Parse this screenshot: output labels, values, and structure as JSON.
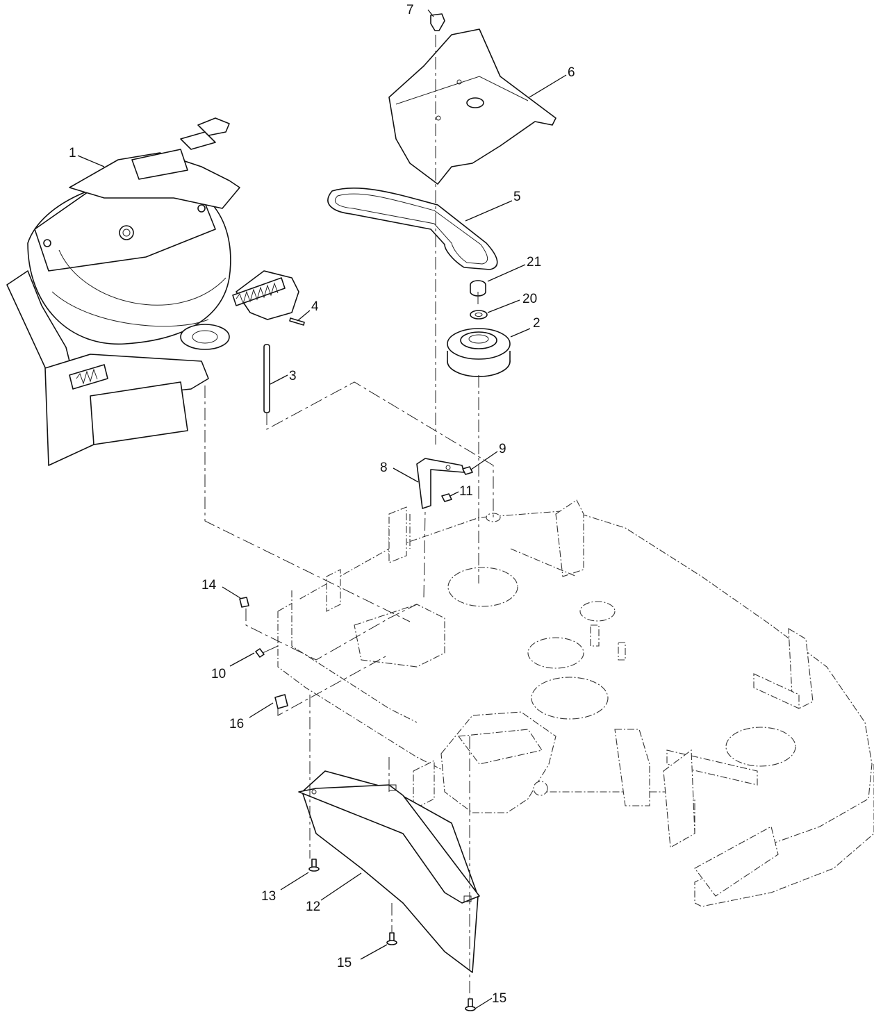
{
  "diagram": {
    "callouts": [
      {
        "id": "c1",
        "label": "1"
      },
      {
        "id": "c2",
        "label": "2"
      },
      {
        "id": "c3",
        "label": "3"
      },
      {
        "id": "c4",
        "label": "4"
      },
      {
        "id": "c5",
        "label": "5"
      },
      {
        "id": "c6",
        "label": "6"
      },
      {
        "id": "c7",
        "label": "7"
      },
      {
        "id": "c8",
        "label": "8"
      },
      {
        "id": "c9",
        "label": "9"
      },
      {
        "id": "c10",
        "label": "10"
      },
      {
        "id": "c11",
        "label": "11"
      },
      {
        "id": "c12",
        "label": "12"
      },
      {
        "id": "c13",
        "label": "13"
      },
      {
        "id": "c14",
        "label": "14"
      },
      {
        "id": "c15a",
        "label": "15"
      },
      {
        "id": "c15b",
        "label": "15"
      },
      {
        "id": "c16",
        "label": "16"
      },
      {
        "id": "c20",
        "label": "20"
      },
      {
        "id": "c21",
        "label": "21"
      }
    ]
  }
}
